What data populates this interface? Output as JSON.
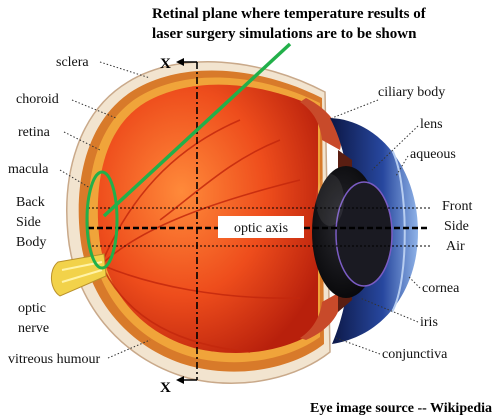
{
  "title_line1": "Retinal plane where temperature results of",
  "title_line2": "laser surgery simulations are to be shown",
  "source_text": "Eye image source -- Wikipedia",
  "plane_marker": "X",
  "center_label": "optic axis",
  "left_labels": {
    "sclera": "sclera",
    "choroid": "choroid",
    "retina": "retina",
    "macula": "macula",
    "back_line1": "Back",
    "back_line2": "Side",
    "back_line3": "Body",
    "optic_line1": "optic",
    "optic_line2": "nerve",
    "vitreous": "vitreous humour"
  },
  "right_labels": {
    "ciliary": "ciliary body",
    "lens": "lens",
    "aqueous": "aqueous",
    "front_line1": "Front",
    "front_line2": "Side",
    "front_line3": "Air",
    "cornea": "cornea",
    "iris": "iris",
    "conjunctiva": "conjunctiva"
  },
  "colors": {
    "highlight": "#22b04a",
    "vitreous": "#e8401a",
    "sclera": "#f3e6d2",
    "cornea": "#1a2f7a",
    "optic_nerve": "#f2d24a"
  }
}
